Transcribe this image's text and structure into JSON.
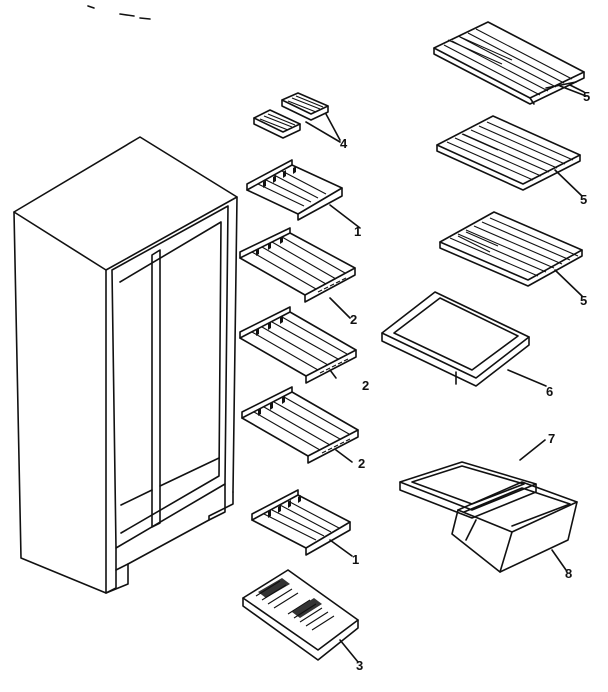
{
  "diagram": {
    "callouts": {
      "shelf_upper_small": "1",
      "shelf_mid_a": "2",
      "shelf_mid_b": "2",
      "shelf_mid_c": "2",
      "shelf_lower_small": "1",
      "bottom_tray": "3",
      "egg_trays": "4",
      "wire_shelf_top": "5",
      "wire_shelf_mid": "5",
      "wire_shelf_low": "5",
      "glass_shelf": "6",
      "crisper_cover": "7",
      "crisper_drawer": "8"
    }
  }
}
